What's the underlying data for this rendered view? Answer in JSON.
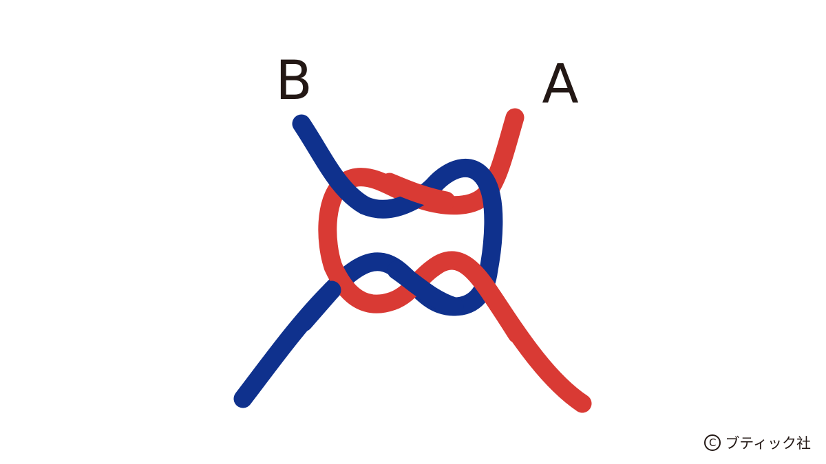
{
  "labels": {
    "cord_a": "A",
    "cord_b": "B"
  },
  "credit": {
    "copyright_symbol": "C",
    "publisher": "ブティック社"
  },
  "colors": {
    "background": "#ffffff",
    "cord_a": "#D93A34",
    "cord_b": "#0F318D",
    "text": "#231815"
  },
  "icons": {
    "copyright": "copyright-icon"
  }
}
